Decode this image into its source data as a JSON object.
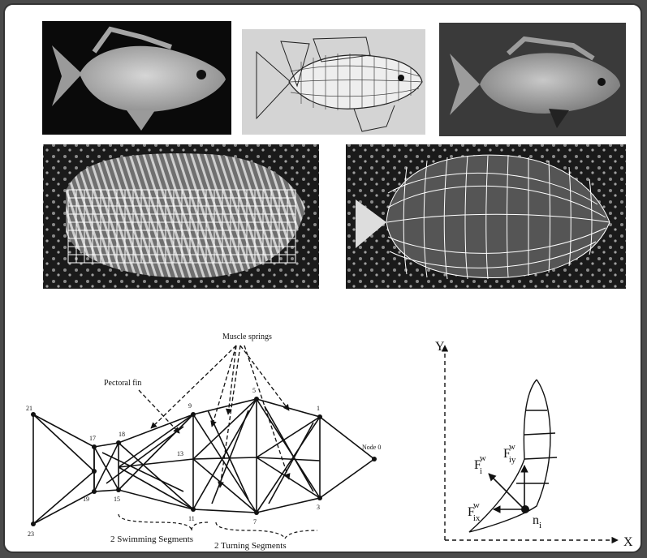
{
  "labels": {
    "muscle_springs": "Muscle springs",
    "pectoral_fin": "Pectoral fin",
    "node0": "Node 0",
    "swimming": "2 Swimming Segments",
    "turning": "2 Turning Segments"
  },
  "node_numbers": [
    "21",
    "17",
    "18",
    "9",
    "5",
    "1",
    "19",
    "15",
    "13",
    "11",
    "7",
    "3",
    "23"
  ],
  "force_diagram": {
    "y_axis": "Y",
    "x_axis": "X",
    "force_main": "F",
    "force_main_sub": "i",
    "force_y": "F",
    "force_y_sub": "iy",
    "force_x": "F",
    "force_x_sub": "ix",
    "force_sup": "w",
    "node": "n",
    "node_sub": "i"
  }
}
